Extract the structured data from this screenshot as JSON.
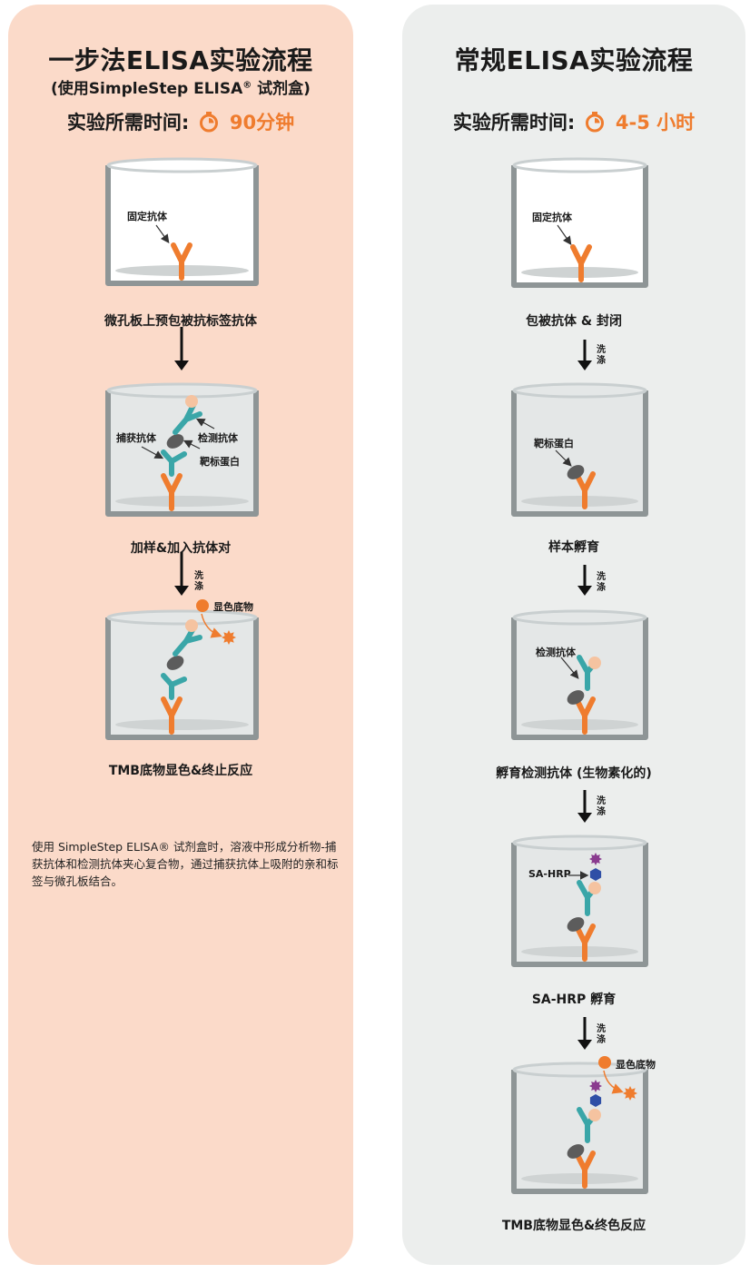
{
  "left": {
    "title": "一步法ELISA实验流程",
    "subtitle_main": "(使用SimpleStep ELISA",
    "subtitle_reg": "®",
    "subtitle_end": " 试剂盒)",
    "time_label": "实验所需时间:",
    "time_value": "90分钟",
    "steps": [
      {
        "label": "微孔板上预包被抗标签抗体",
        "annotations": [
          "固定抗体"
        ]
      },
      {
        "label": "加样&加入抗体对",
        "annotations": [
          "捕获抗体",
          "检测抗体",
          "靶标蛋白"
        ]
      },
      {
        "label": "TMB底物显色&终止反应",
        "annotations": [
          "显色底物"
        ]
      }
    ],
    "wash_label": "洗\n涤",
    "note": "使用 SimpleStep ELISA® 试剂盒时，溶液中形成分析物-捕获抗体和检测抗体夹心复合物，通过捕获抗体上吸附的亲和标签与微孔板结合。"
  },
  "right": {
    "title": "常规ELISA实验流程",
    "time_label": "实验所需时间:",
    "time_value": "4-5 小时",
    "steps": [
      {
        "label": "包被抗体 & 封闭",
        "annotations": [
          "固定抗体"
        ]
      },
      {
        "label": "样本孵育",
        "annotations": [
          "靶标蛋白"
        ]
      },
      {
        "label": "孵育检测抗体 (生物素化的)",
        "annotations": [
          "检测抗体"
        ]
      },
      {
        "label": "SA-HRP 孵育",
        "annotations": [
          "SA-HRP"
        ]
      },
      {
        "label": "TMB底物显色&终色反应",
        "annotations": [
          "显色底物"
        ]
      }
    ],
    "wash_label": "洗\n涤"
  },
  "colors": {
    "left_panel": "#fbdac9",
    "right_panel": "#eceeed",
    "accent_orange": "#ef7c2e",
    "antibody_teal": "#3aa6a8",
    "target_gray": "#5c5c5c",
    "peach": "#f5c3a0",
    "purple": "#8a3b8f",
    "blue_hex": "#2f4fa6"
  },
  "icons": [
    "stopwatch-icon",
    "down-arrow-icon",
    "well-icon",
    "y-antibody-icon",
    "starburst-icon",
    "hexagon-icon"
  ]
}
